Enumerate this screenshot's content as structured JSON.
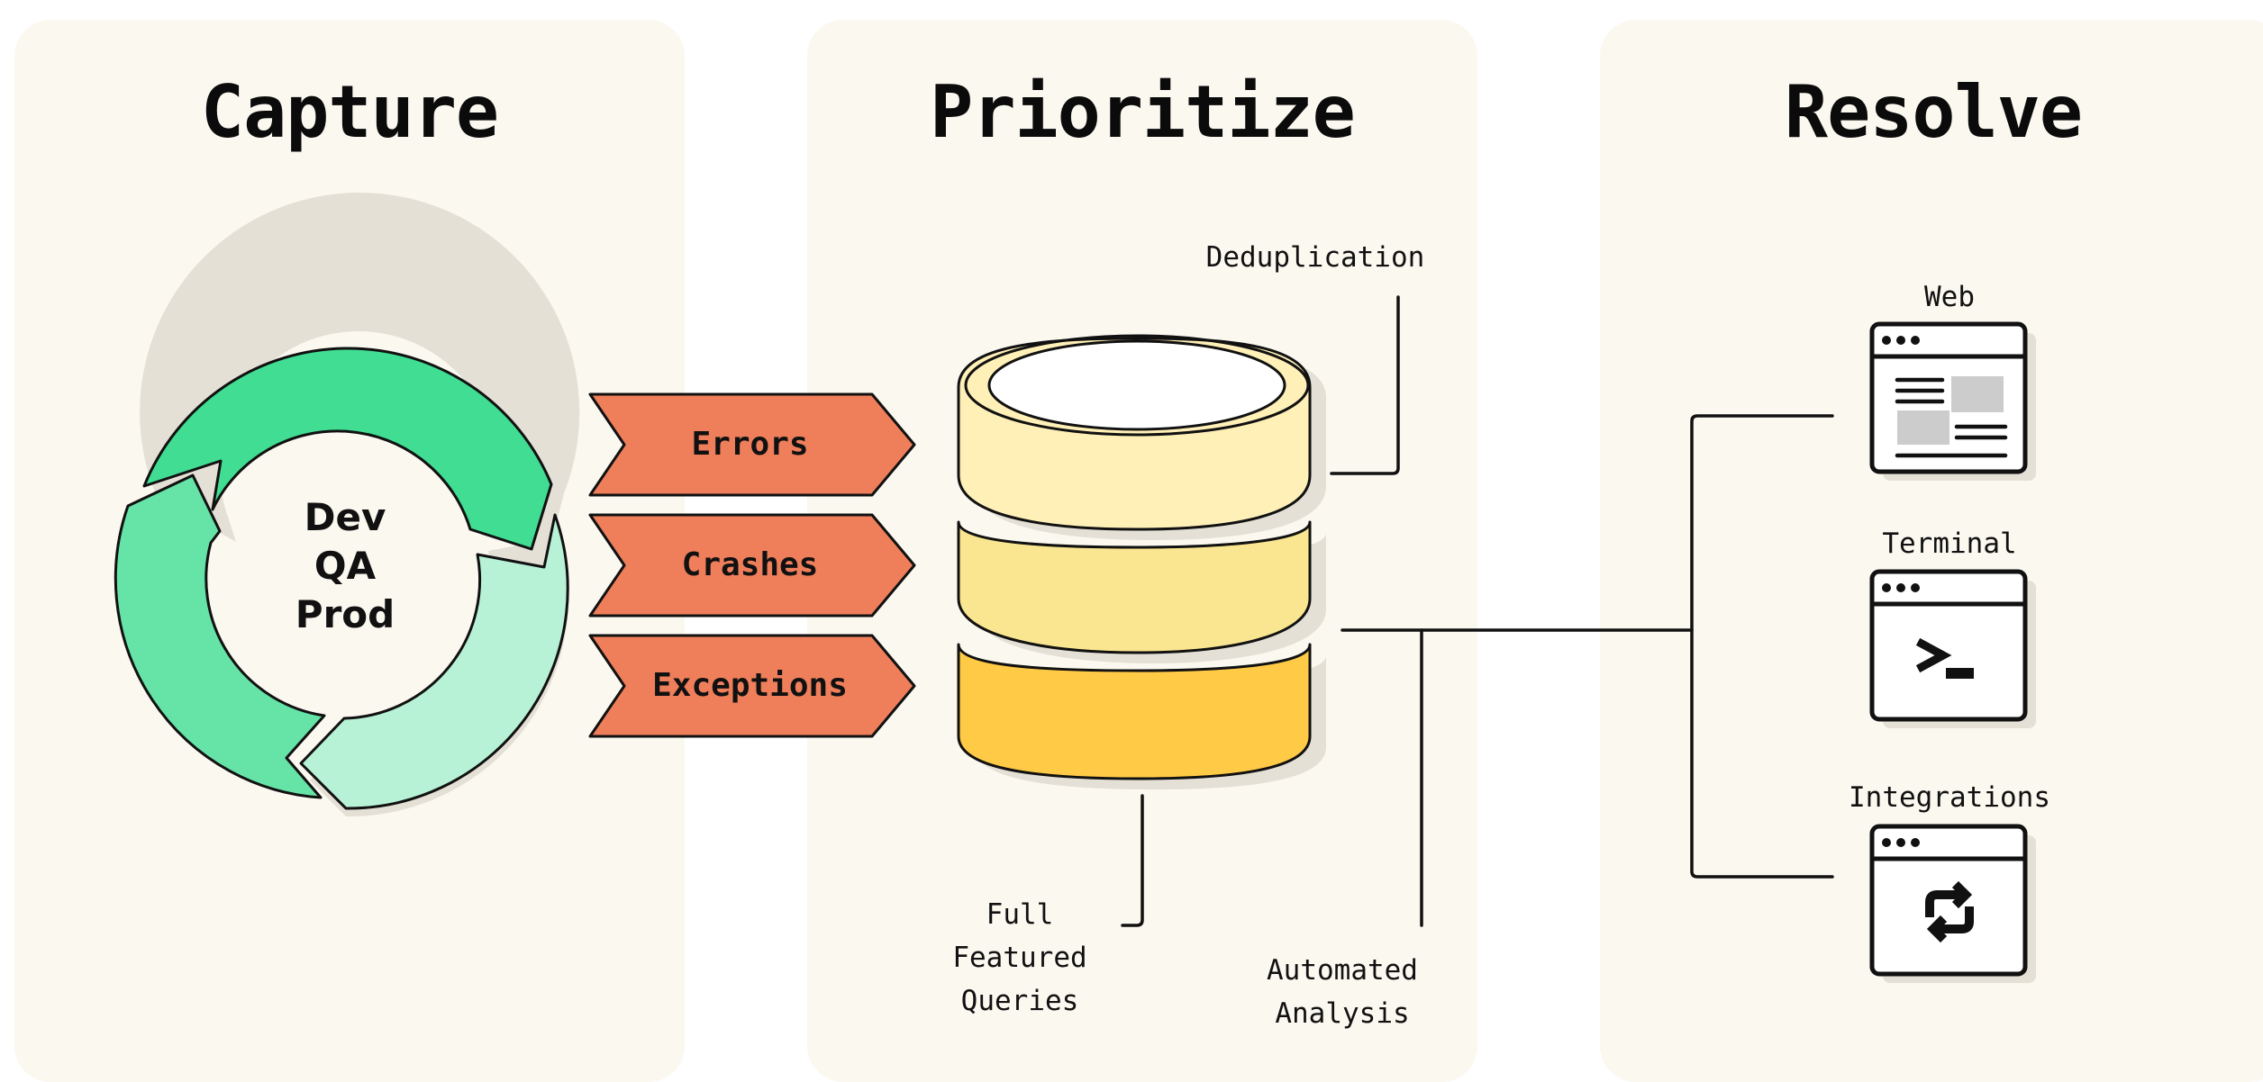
{
  "columns": {
    "capture": "Capture",
    "prioritize": "Prioritize",
    "resolve": "Resolve"
  },
  "capture": {
    "environments": [
      "Dev",
      "QA",
      "Prod"
    ],
    "event_types": [
      "Errors",
      "Crashes",
      "Exceptions"
    ]
  },
  "prioritize": {
    "deduplication": "Deduplication",
    "full_featured_queries": [
      "Full",
      "Featured",
      "Queries"
    ],
    "automated_analysis": [
      "Automated",
      "Analysis"
    ]
  },
  "resolve": {
    "targets": [
      {
        "label": "Web",
        "icon": "web-browser-icon"
      },
      {
        "label": "Terminal",
        "icon": "terminal-prompt-icon"
      },
      {
        "label": "Integrations",
        "icon": "integrations-sync-icon"
      }
    ]
  },
  "colors": {
    "panel": "#fbf8f0",
    "arrow_dark": "#40dd92",
    "arrow_mid": "#66e3a6",
    "arrow_light": "#b8f2d6",
    "chevron": "#ef7f5b",
    "db_top": "#fff0b8",
    "db_mid": "#fae690",
    "db_bottom": "#ffcb47",
    "shadow": "#e4e0d6",
    "ink": "#111111"
  }
}
